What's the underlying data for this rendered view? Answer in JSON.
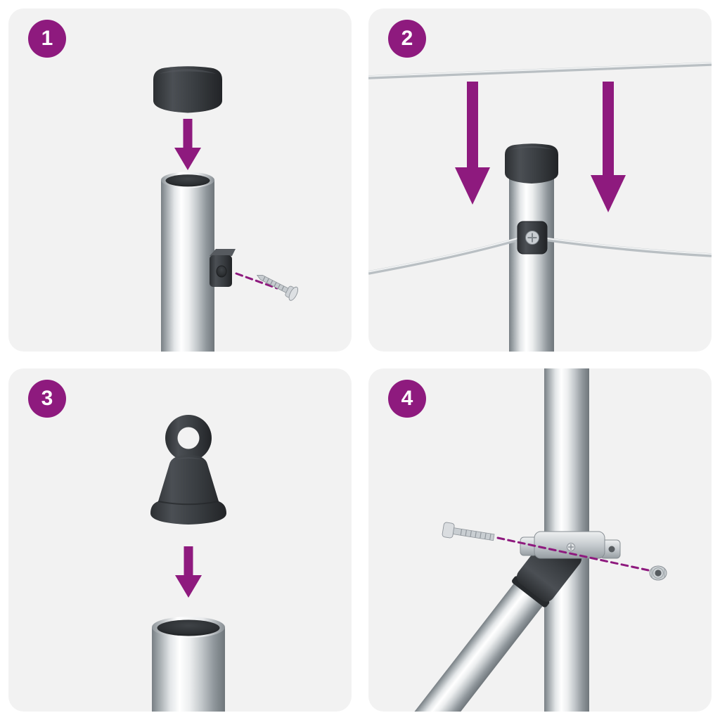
{
  "colors": {
    "accent": "#8E1A7E",
    "panel_bg": "#F2F2F2",
    "page_bg": "#FFFFFF",
    "cap_dark": "#33363A",
    "metal_mid": "#C9CED2",
    "wire": "#B9BFC3"
  },
  "steps": [
    {
      "number": "1",
      "illustration": "post-cap-fitting-and-screw-bracket"
    },
    {
      "number": "2",
      "illustration": "post-lowered-between-wires-with-wire-clamp"
    },
    {
      "number": "3",
      "illustration": "eye-cap-fitting-onto-brace-tube"
    },
    {
      "number": "4",
      "illustration": "diagonal-brace-clamp-bolted-to-post"
    }
  ]
}
